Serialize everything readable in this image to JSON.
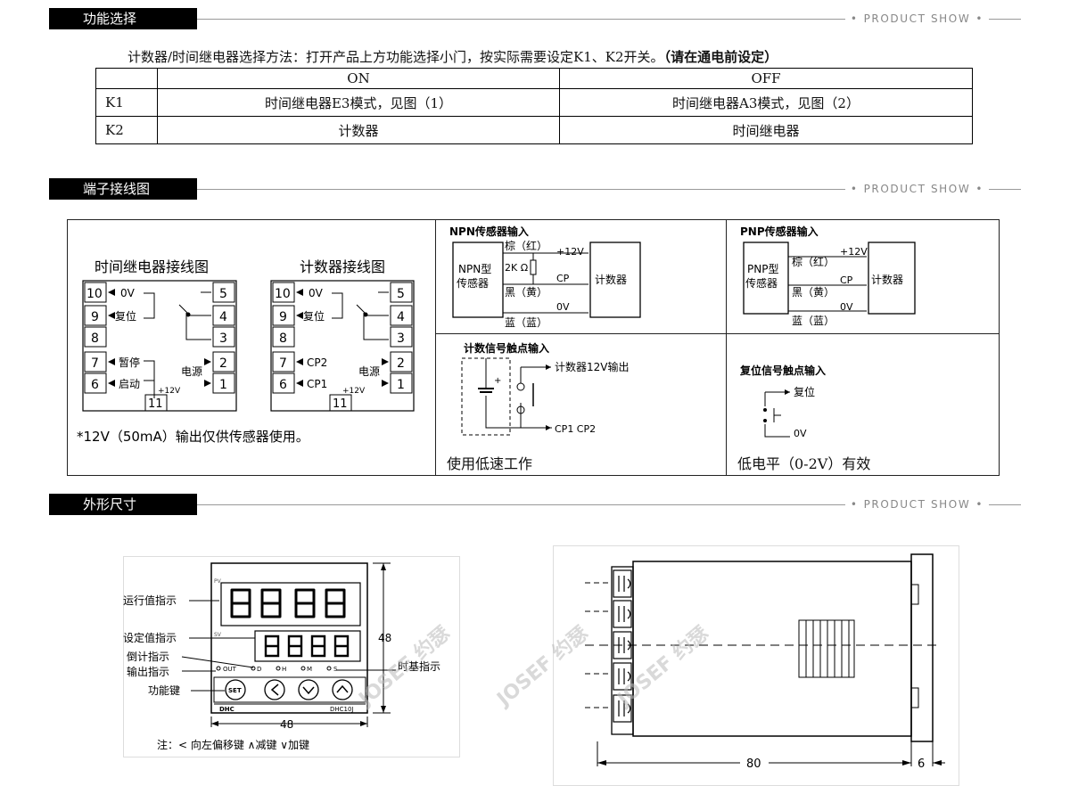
{
  "sections": [
    {
      "title": "功能选择",
      "tagline": "PRODUCT SHOW"
    },
    {
      "title": "端子接线图",
      "tagline": "PRODUCT SHOW"
    },
    {
      "title": "外形尺寸",
      "tagline": "PRODUCT SHOW"
    }
  ],
  "function_select": {
    "intro": "计数器/时间继电器选择方法：打开产品上方功能选择小门，按实际需要设定K1、K2开关。",
    "intro_bold": "（请在通电前设定）",
    "table": {
      "headers": [
        "ON",
        "OFF"
      ],
      "rows": [
        {
          "key": "K1",
          "on": "时间继电器E3模式，见图（1）",
          "off": "时间继电器A3模式，见图（2）"
        },
        {
          "key": "K2",
          "on": "计数器",
          "off": "时间继电器"
        }
      ]
    }
  },
  "wiring": {
    "timer_title": "时间继电器接线图",
    "counter_title": "计数器接线图",
    "footnote": "*12V（50mA）输出仅供传感器使用。",
    "terminals_left": [
      "10",
      "9",
      "8",
      "7",
      "6"
    ],
    "terminals_right": [
      "5",
      "4",
      "3",
      "2",
      "1"
    ],
    "terminal_bottom": "11",
    "timer_labels": {
      "t10": "0V",
      "t9": "复位",
      "t7": "暂停",
      "t6": "启动"
    },
    "counter_labels": {
      "t10": "0V",
      "t9": "复位",
      "t7": "CP2",
      "t6": "CP1"
    },
    "power_label": "电源",
    "v12_label": "+12V",
    "npn": {
      "title": "NPN传感器输入",
      "sensor": [
        "NPN型",
        "传感器"
      ],
      "brown": "棕（红）",
      "v12": "+12V",
      "resistor": "2K Ω",
      "black": "黑（黄）",
      "cp": "CP",
      "blue": "蓝（蓝）",
      "ov": "0V",
      "counter": "计数器"
    },
    "pnp": {
      "title": "PNP传感器输入",
      "sensor": [
        "PNP型",
        "传感器"
      ],
      "brown": "棕（红）",
      "v12": "+12V",
      "black": "黑（黄）",
      "cp": "CP",
      "blue": "蓝（蓝）",
      "ov": "0V",
      "counter": "计数器"
    },
    "contact": {
      "title": "计数信号触点输入",
      "out": "计数器12V输出",
      "cp": "CP1  CP2",
      "plus": "+",
      "caption": "使用低速工作"
    },
    "reset": {
      "title": "复位信号触点输入",
      "reset": "复位",
      "ov": "0V",
      "caption": "低电平（0-2V）有效"
    }
  },
  "dimensions": {
    "front": {
      "pv": "PV",
      "sv": "SV",
      "run_value": "运行值指示",
      "set_value": "设定值指示",
      "countdown": "倒计指示",
      "output": "输出指示",
      "function_key": "功能键",
      "timebase": "时基指示",
      "leds": [
        "OUT",
        "D",
        "H",
        "M",
        "S"
      ],
      "set_key": "SET",
      "brand": "DHC",
      "model": "DHC10J",
      "height": "48",
      "width": "48",
      "note": "注：< 向左偏移键  ∧减键  ∨加键"
    },
    "side": {
      "length": "80",
      "depth": "6"
    },
    "watermark": "JOSEF 约瑟"
  }
}
